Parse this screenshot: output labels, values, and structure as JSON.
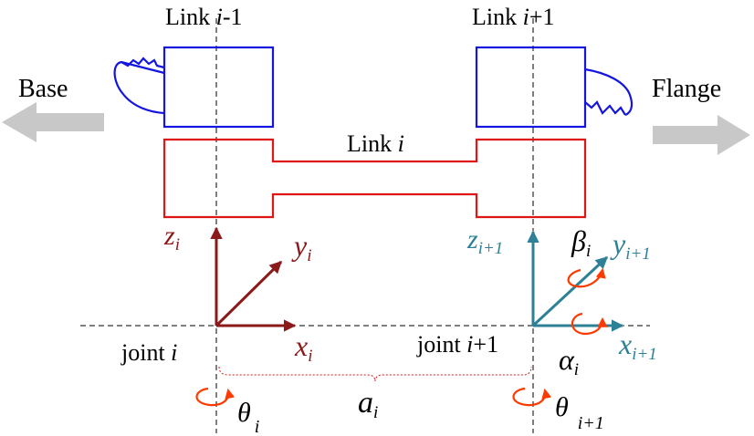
{
  "labels": {
    "link_prev_prefix": "Link ",
    "link_prev_var": "i",
    "link_prev_suffix": "-1",
    "link_next_prefix": "Link ",
    "link_next_var": "i",
    "link_next_suffix": "+1",
    "link_mid_prefix": "Link ",
    "link_mid_var": "i",
    "base": "Base",
    "flange": "Flange",
    "z_i_base": "z",
    "z_i_sub": "i",
    "y_i_base": "y",
    "y_i_sub": "i",
    "x_i_base": "x",
    "x_i_sub": "i",
    "z_ip1_base": "z",
    "z_ip1_sub": "i+1",
    "y_ip1_base": "y",
    "y_ip1_sub": "i+1",
    "x_ip1_base": "x",
    "x_ip1_sub": "i+1",
    "beta_base": "β",
    "beta_sub": "i",
    "alpha_base": "α",
    "alpha_sub": "i",
    "joint_i_prefix": "joint ",
    "joint_i_var": "i",
    "joint_ip1_prefix": "joint ",
    "joint_ip1_var": "i",
    "joint_ip1_suffix": "+1",
    "a_base": "a",
    "a_sub": "i",
    "theta_i_base": "θ",
    "theta_i_sub": "i",
    "theta_ip1_base": "θ",
    "theta_ip1_sub": "i+1"
  },
  "colors": {
    "link_prev_next": "#1515e0",
    "link_mid": "#e01515",
    "frame_i": "#8b1a1a",
    "frame_ip1": "#2e8096",
    "rotation_arrow": "#ff3a00",
    "dashed": "#000000",
    "arrow_grey": "#c8c8c8",
    "text": "#000000"
  }
}
